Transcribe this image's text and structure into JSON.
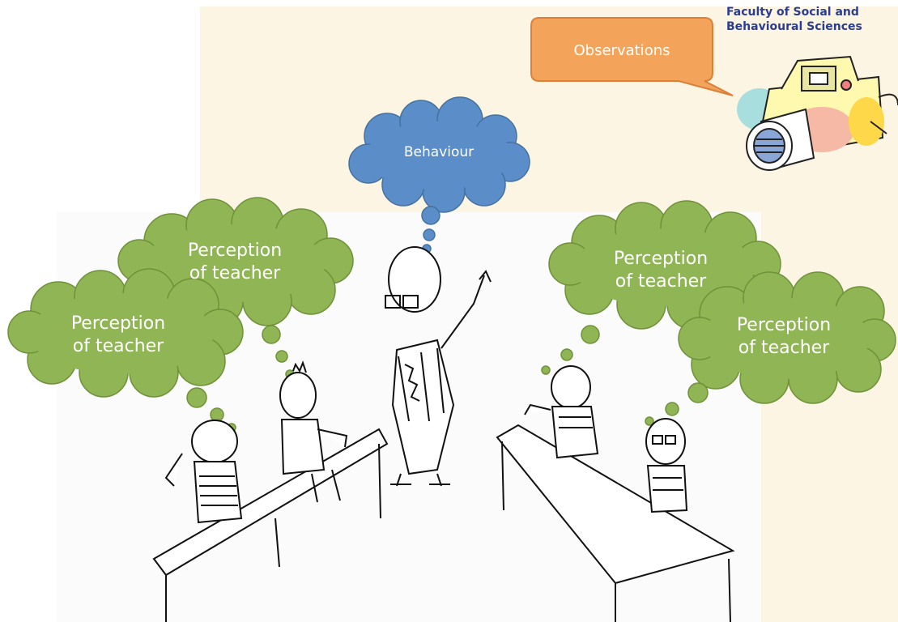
{
  "header": {
    "faculty_line1": "Faculty of Social and",
    "faculty_line2": "Behavioural Sciences"
  },
  "callout": {
    "label": "Observations",
    "color": "#f4a45a",
    "border_color": "#d9813a"
  },
  "center_cloud": {
    "label": "Behaviour",
    "color": "#5b8ec9"
  },
  "student_clouds": [
    {
      "line1": "Perception",
      "line2": "of teacher"
    },
    {
      "line1": "Perception",
      "line2": "of teacher"
    },
    {
      "line1": "Perception",
      "line2": "of teacher"
    },
    {
      "line1": "Perception",
      "line2": "of teacher"
    }
  ],
  "student_cloud_color": "#8fb554",
  "background_color": "#fdf5e4",
  "camera_icon": "camera-icon"
}
